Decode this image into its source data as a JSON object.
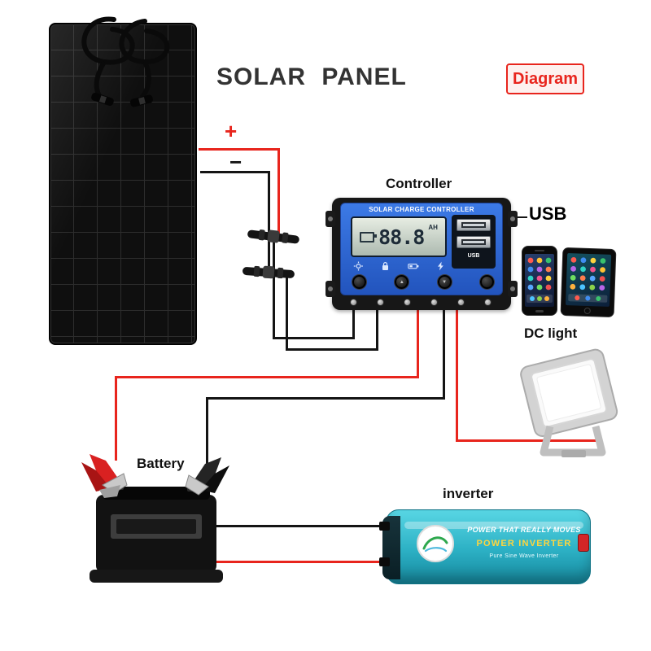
{
  "header": {
    "title": "SOLAR PANEL",
    "badge": "Diagram"
  },
  "labels": {
    "plus": "+",
    "minus": "−",
    "controller": "Controller",
    "usb": "USB",
    "dc_light": "DC light",
    "battery": "Battery",
    "inverter": "inverter"
  },
  "controller": {
    "header": "SOLAR CHARGE CONTROLLER",
    "lcd_value": "88.8",
    "lcd_unit": "AH",
    "usb_small_label": "USB",
    "buttons": [
      "",
      "▲",
      "▼",
      ""
    ]
  },
  "inverter_text": {
    "line1": "POWER THAT REALLY MOVES",
    "line2": "POWER INVERTER",
    "line3": "Pure Sine Wave Inverter"
  },
  "icons": {
    "controller_icon_row": [
      "sun-icon",
      "lock-icon",
      "battery-icon",
      "bolt-icon"
    ]
  },
  "colors": {
    "wire_red": "#e8251d",
    "wire_black": "#141414",
    "accent_red": "#e8251d",
    "controller_blue": "#2f6ad0",
    "inverter_teal": "#2cb0c4"
  }
}
